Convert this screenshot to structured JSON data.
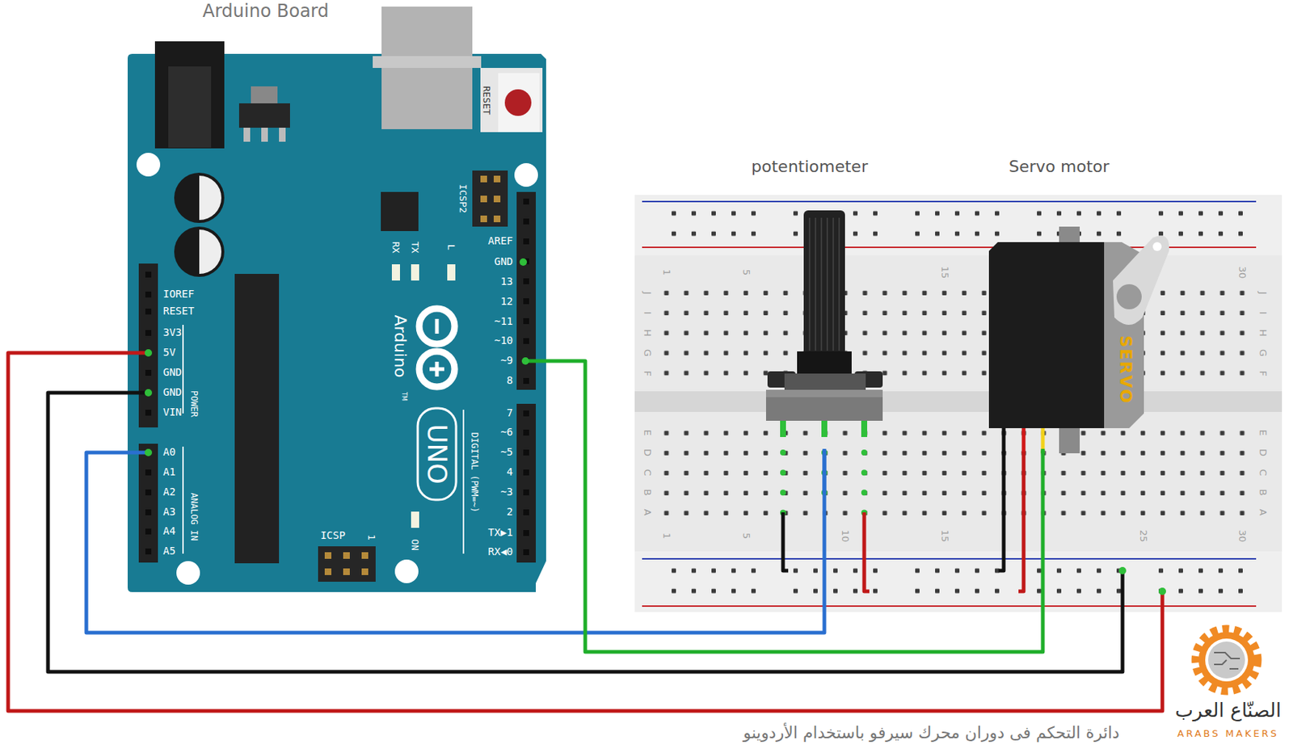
{
  "diagram": {
    "caption": "دائرة التحكم فى دوران محرك سيرفو باستخدام الأردوينو",
    "nodes": [
      {
        "text": [
          "Arduino Board"
        ]
      },
      {
        "text": [
          "potentiometer"
        ]
      },
      {
        "text": [
          "Servo motor",
          "SERVO"
        ]
      }
    ],
    "edges": [
      {
        "from": 0,
        "to": 1,
        "arrow": "none"
      },
      {
        "from": 0,
        "to": 2,
        "arrow": "none"
      }
    ],
    "labels": [
      "RESET",
      "ICSP2",
      "RX",
      "TX",
      "L",
      "AREF",
      "GND",
      "13",
      "12",
      "~11",
      "~10",
      "~9",
      "8",
      "7",
      "~6",
      "~5",
      "4",
      "~3",
      "2",
      "TX▶1",
      "RX◀0",
      "DIGITAL (PWM=~)",
      "Arduino",
      "UNO",
      "TM",
      "ON",
      "ICSP",
      "1",
      "IOREF",
      "RESET",
      "3V3",
      "5V",
      "GND",
      "GND",
      "VIN",
      "POWER",
      "A0",
      "A1",
      "A2",
      "A3",
      "A4",
      "A5",
      "ANALOG IN",
      "1",
      "5",
      "15",
      "30",
      "1",
      "5",
      "10",
      "15",
      "25",
      "30",
      "J",
      "I",
      "H",
      "G",
      "F",
      "E",
      "D",
      "C",
      "B",
      "A",
      "J",
      "I",
      "H",
      "G",
      "F",
      "E",
      "D",
      "C",
      "B",
      "A",
      "الصنّاع العرب",
      "ARABS MAKERS"
    ]
  }
}
